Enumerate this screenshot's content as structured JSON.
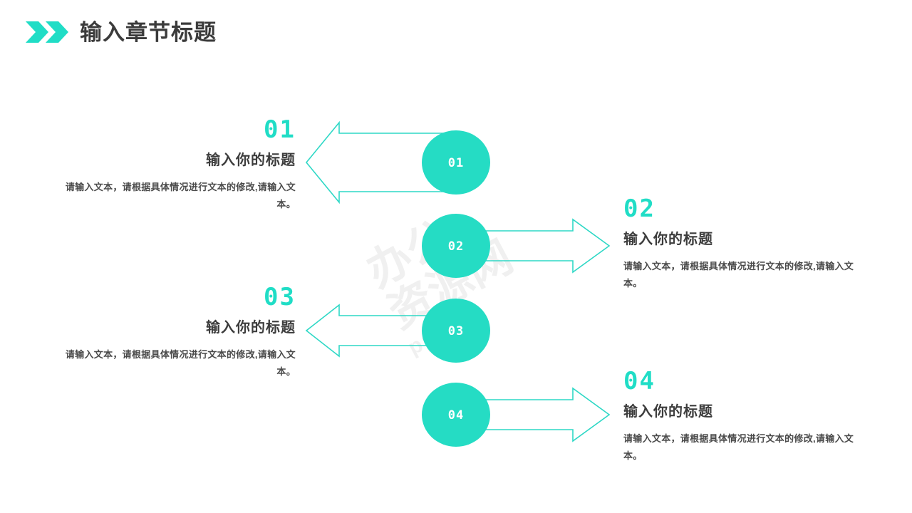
{
  "header": {
    "icon": "double-chevron-right-icon",
    "title": "输入章节标题"
  },
  "theme": {
    "accent": "#20ddc6",
    "circle_fill": "#25dcc4",
    "arrow_stroke": "#2fd8c6",
    "title_color": "#3d3d3d",
    "body_color": "#4a4a4a",
    "background": "#ffffff"
  },
  "watermark": {
    "line1": "办公",
    "line2": "资源网",
    "line3": "ppt"
  },
  "items": [
    {
      "number": "01",
      "circle_label": "01",
      "title": "输入你的标题",
      "body": "请输入文本，请根据具体情况进行文本的修改,请输入文本。",
      "direction": "left",
      "align": "right"
    },
    {
      "number": "02",
      "circle_label": "02",
      "title": "输入你的标题",
      "body": "请输入文本，请根据具体情况进行文本的修改,请输入文本。",
      "direction": "right",
      "align": "left"
    },
    {
      "number": "03",
      "circle_label": "03",
      "title": "输入你的标题",
      "body": "请输入文本，请根据具体情况进行文本的修改,请输入文本。",
      "direction": "left",
      "align": "right"
    },
    {
      "number": "04",
      "circle_label": "04",
      "title": "输入你的标题",
      "body": "请输入文本，请根据具体情况进行文本的修改,请输入文本。",
      "direction": "right",
      "align": "left"
    }
  ]
}
